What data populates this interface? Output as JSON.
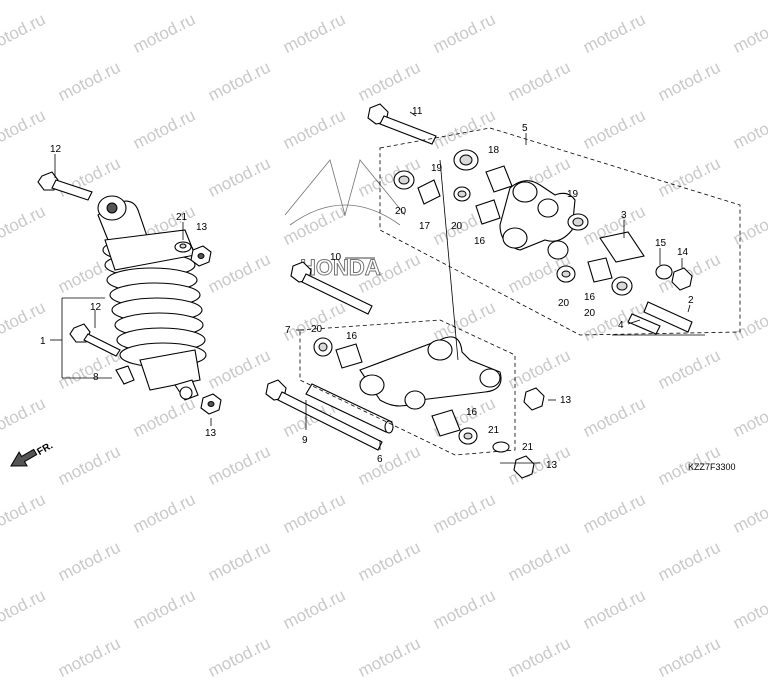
{
  "watermark_text": "motod.ru",
  "diagram_code": "KZZ7F3300",
  "front_marker": "FR.",
  "logo_text": "HONDA",
  "part_labels": [
    "1",
    "2",
    "3",
    "4",
    "5",
    "6",
    "7",
    "8",
    "9",
    "10",
    "11",
    "12",
    "12",
    "13",
    "13",
    "13",
    "13",
    "14",
    "15",
    "16",
    "16",
    "16",
    "16",
    "17",
    "18",
    "19",
    "19",
    "20",
    "20",
    "20",
    "20",
    "20",
    "21",
    "21"
  ]
}
